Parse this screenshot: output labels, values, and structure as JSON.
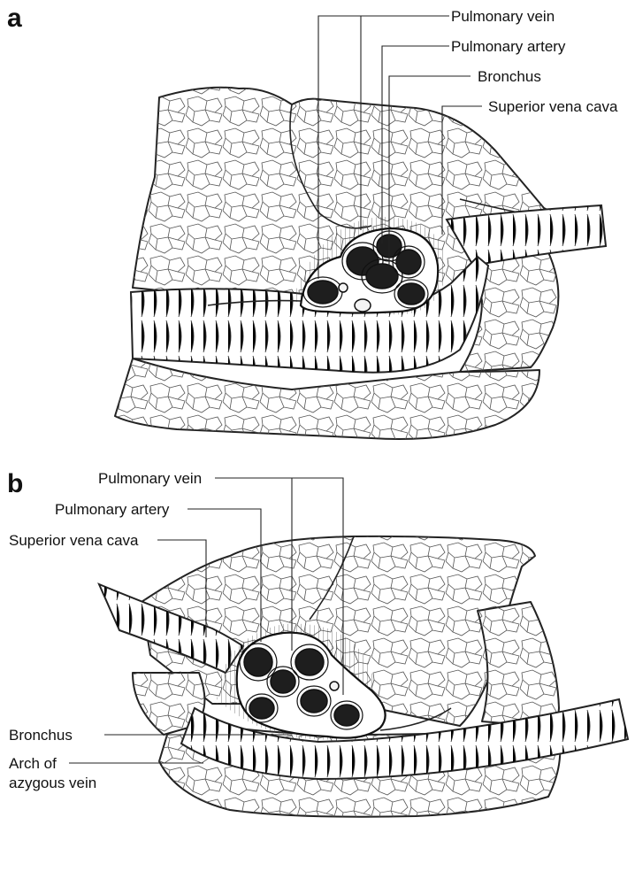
{
  "panels": [
    {
      "letter": "a",
      "labels": {
        "pulmonary_vein": "Pulmonary vein",
        "pulmonary_artery": "Pulmonary artery",
        "bronchus": "Bronchus",
        "superior_vena_cava": "Superior vena cava"
      }
    },
    {
      "letter": "b",
      "labels": {
        "pulmonary_vein": "Pulmonary vein",
        "pulmonary_artery": "Pulmonary artery",
        "superior_vena_cava": "Superior vena cava",
        "bronchus": "Bronchus",
        "arch_of_azygous_vein_line1": "Arch of",
        "arch_of_azygous_vein_line2": "azygous vein"
      }
    }
  ]
}
